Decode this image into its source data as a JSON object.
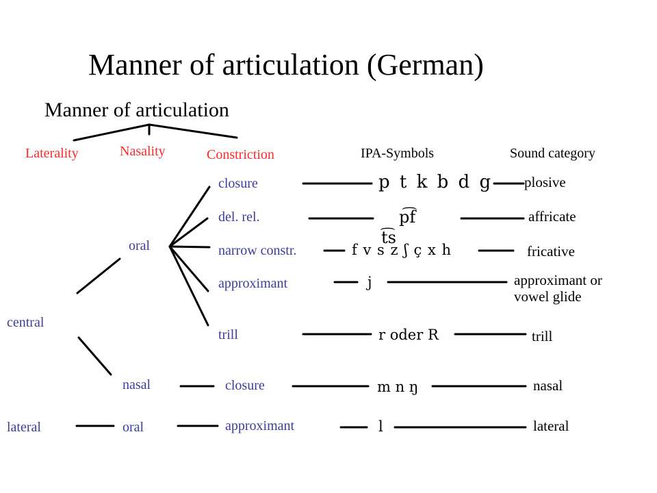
{
  "title": "Manner of articulation (German)",
  "tree_root": "Manner of articulation",
  "dimensions": {
    "laterality": "Laterality",
    "nasality": "Nasality",
    "constriction": "Constriction"
  },
  "column_headers": {
    "ipa": "IPA-Symbols",
    "category": "Sound category"
  },
  "laterality_values": {
    "central": "central",
    "lateral": "lateral"
  },
  "nasality_values": {
    "oral_central": "oral",
    "nasal": "nasal",
    "oral_lateral": "oral"
  },
  "constriction_values": {
    "closure": "closure",
    "del_rel": "del. rel.",
    "narrow": "narrow constr.",
    "approximant": "approximant",
    "trill": "trill",
    "nasal_closure": "closure",
    "lateral_approximant": "approximant"
  },
  "ipa": {
    "plosive": "p t k b d g",
    "affricate_1": "p͡f",
    "affricate_2": "t͡s",
    "fricative": "f v s z ʃ ç x h",
    "approximant": "j",
    "trill": "r oder R",
    "nasal": "m n ŋ",
    "lateral": "l"
  },
  "categories": {
    "plosive": "plosive",
    "affricate": "affricate",
    "fricative": "fricative",
    "approximant": "approximant or vowel glide",
    "trill": "trill",
    "nasal": "nasal",
    "lateral": "lateral"
  },
  "colors": {
    "dimension_label": "#ff2a2a",
    "value_label": "#3d3d9e",
    "text": "#000000"
  }
}
